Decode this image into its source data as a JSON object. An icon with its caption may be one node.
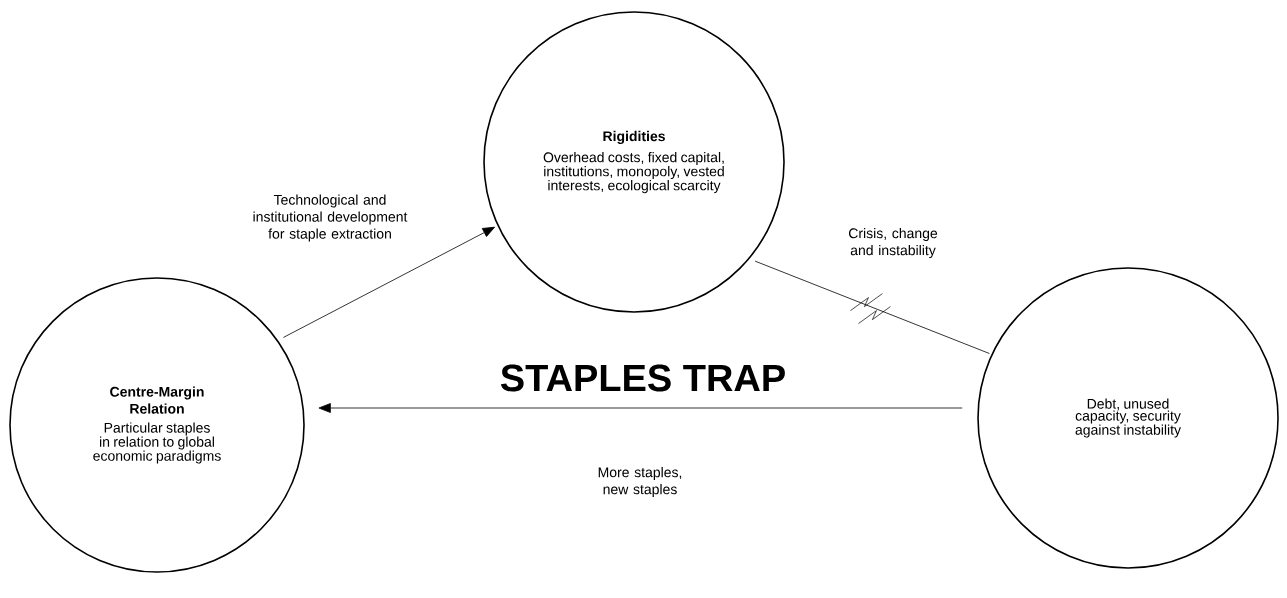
{
  "diagram": {
    "title": "STAPLES TRAP",
    "nodes": [
      {
        "text": [
          "Centre-Margin Relation",
          "Particular staples in relation to global economic paradigms"
        ]
      },
      {
        "text": [
          "Rigidities",
          "Overhead costs, fixed capital, institutions, monopoly, vested interests, ecological scarcity"
        ]
      },
      {
        "text": [
          "Debt, unused capacity, security against instability"
        ]
      }
    ],
    "edges": [
      {
        "from": 0,
        "to": 1,
        "arrow": "to",
        "label": "Technological and institutional development for staple extraction"
      },
      {
        "from": 1,
        "to": 2,
        "arrow": "none",
        "label": "Crisis, change and instability"
      },
      {
        "from": 2,
        "to": 0,
        "arrow": "to",
        "label": "More staples, new staples"
      }
    ]
  }
}
